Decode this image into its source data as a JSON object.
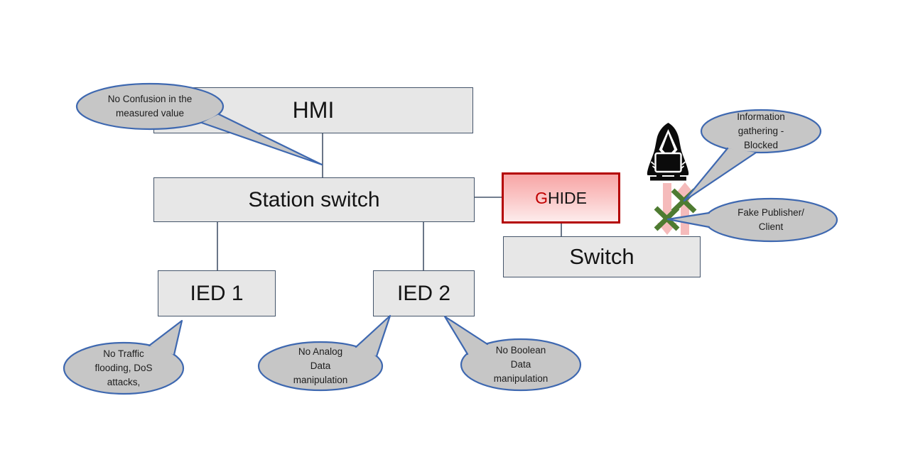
{
  "nodes": {
    "hmi": "HMI",
    "station_switch": "Station switch",
    "ied1": "IED 1",
    "ied2": "IED 2",
    "ghide_g": "G",
    "ghide_rest": "HIDE",
    "switch": "Switch"
  },
  "callouts": {
    "no_confusion": "No Confusion in the\nmeasured value",
    "info_gathering": "Information\ngathering -\nBlocked",
    "fake_publisher": "Fake Publisher/\nClient",
    "no_traffic": "No Traffic\nflooding, DoS\nattacks,",
    "no_analog": "No Analog\nData\nmanipulation",
    "no_boolean": "No Boolean\nData\nmanipulation"
  },
  "icons": {
    "attacker": "hooded-attacker-with-laptop",
    "blocked_cross": "green-x-blocked",
    "traffic_down_arrow": "pink-arrow-down",
    "traffic_up_arrow": "pink-arrow-up"
  },
  "colors": {
    "box_fill": "#e7e7e7",
    "box_border": "#44546a",
    "bubble_fill": "#c6c6c6",
    "bubble_border": "#3e68b0",
    "ghide_border": "#b40000",
    "ghide_letter_g": "#c00000",
    "ghide_fill_top": "#f7a6a6",
    "ghide_fill_bottom": "#fdecec",
    "blocked_green": "#4e7b31",
    "arrow_pink": "#f5b6b6",
    "connector": "#44546a"
  }
}
